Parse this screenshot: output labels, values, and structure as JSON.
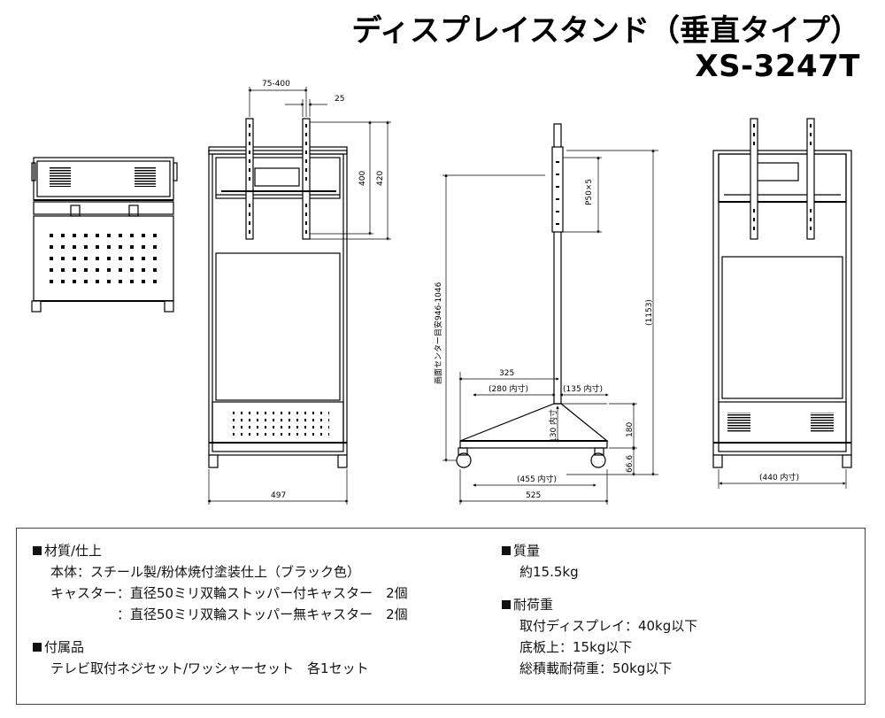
{
  "title": {
    "main": "ディスプレイスタンド（垂直タイプ）",
    "model": "XS-3247T"
  },
  "dimensions": {
    "front": {
      "bracket_range": "75-400",
      "bracket_width": "25",
      "height_400": "400",
      "height_420": "420",
      "overall_width": "497"
    },
    "side": {
      "center_height": "画面センター目安946-1046",
      "vesa": "P50×5",
      "total_height": "(1153)",
      "depth_front": "325",
      "inner_280": "(280 内寸)",
      "inner_135": "(135 内寸)",
      "inner_130": "130 内寸",
      "base_180": "180",
      "caster_66": "66.6",
      "inner_455": "(455 内寸)",
      "base_525": "525"
    },
    "rear": {
      "inner_440": "(440 内寸)"
    }
  },
  "specs": {
    "material": {
      "heading": "材質/仕上",
      "lines": [
        "本体：スチール製/粉体焼付塗装仕上（ブラック色）",
        "キャスター：直径50ミリ双輪ストッパー付キャスター　2個",
        "　　　　　：直径50ミリ双輪ストッパー無キャスター　2個"
      ]
    },
    "accessories": {
      "heading": "付属品",
      "lines": [
        "テレビ取付ネジセット/ワッシャーセット　各1セット"
      ]
    },
    "weight": {
      "heading": "質量",
      "lines": [
        "約15.5kg"
      ]
    },
    "load": {
      "heading": "耐荷重",
      "lines": [
        "取付ディスプレイ：40kg以下",
        "底板上：15kg以下",
        "総積載耐荷重：50kg以下"
      ]
    }
  }
}
